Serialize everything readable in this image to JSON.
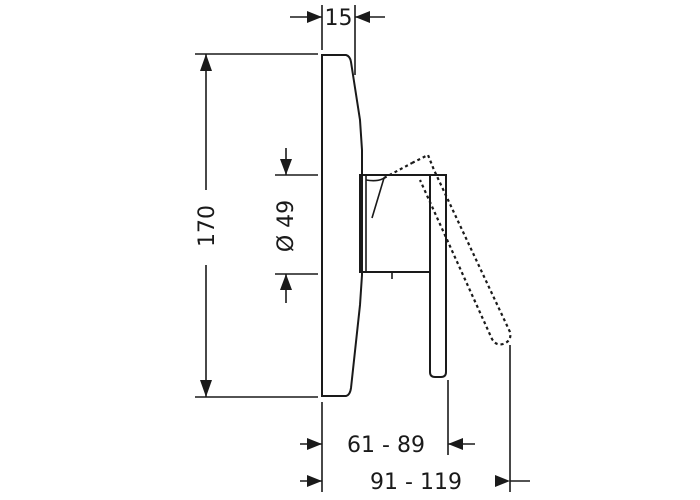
{
  "dimensions": {
    "depth_plate": "15",
    "height": "170",
    "diameter": "Ø 49",
    "projection_short": "61 - 89",
    "projection_long": "91 - 119"
  }
}
